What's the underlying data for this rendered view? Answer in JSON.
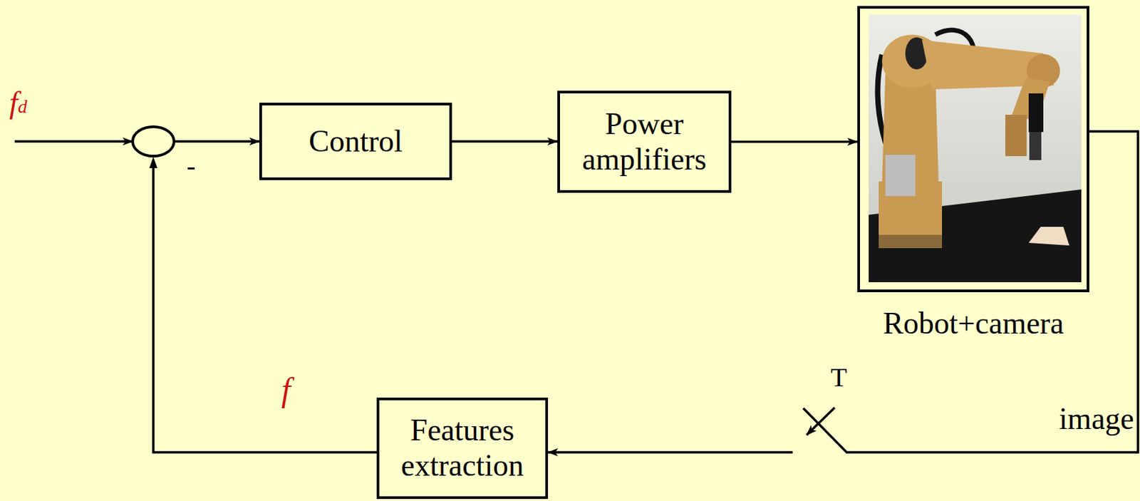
{
  "diagram": {
    "nodes": [
      {
        "text": [
          "Control"
        ]
      },
      {
        "text": [
          "Power amplifiers"
        ]
      },
      {
        "text": [
          "Robot+camera"
        ]
      },
      {
        "text": [
          "Features extraction"
        ]
      }
    ],
    "edges": [
      {
        "from": 0,
        "to": 1,
        "arrow": "to"
      },
      {
        "from": 1,
        "to": 2,
        "arrow": "to"
      },
      {
        "from": 2,
        "to": 3,
        "arrow": "to",
        "label": "image"
      },
      {
        "from": 3,
        "to": 0,
        "arrow": "to"
      }
    ],
    "labels": [
      "fd",
      "-",
      "f",
      "T"
    ]
  }
}
